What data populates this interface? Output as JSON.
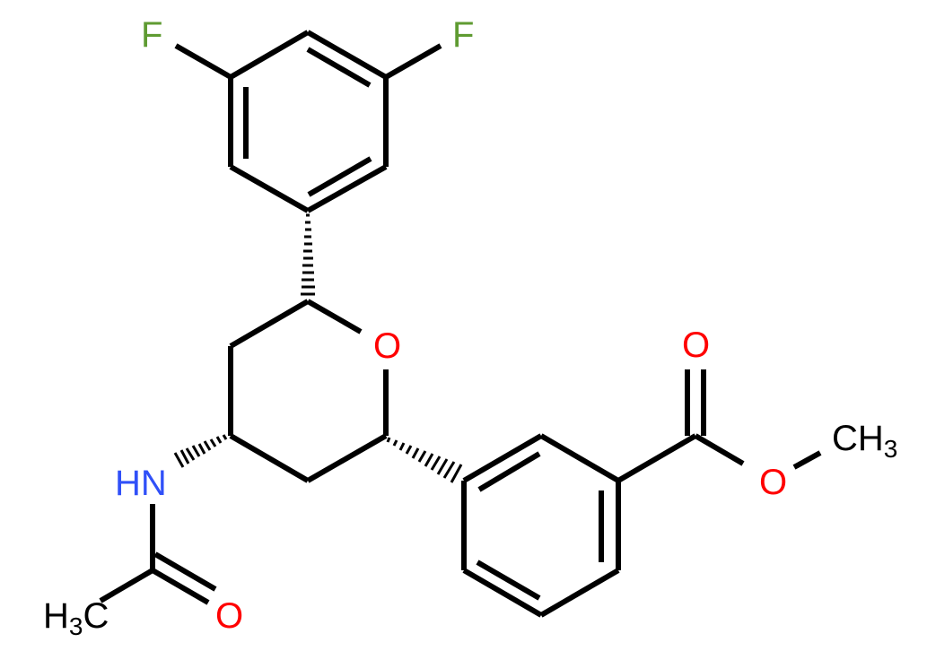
{
  "molecule": {
    "description": "methyl 3-[(2R,4S,6S)-4-acetamido-6-(3,5-difluorophenyl)oxan-2-yl]benzoate",
    "atom_colors": {
      "C": "#000000",
      "F": "#5f9b32",
      "O": "#ff0000",
      "N": "#3050f8"
    },
    "labels": {
      "f_left": "F",
      "f_right": "F",
      "o_ring": "O",
      "hn": "HN",
      "o_amide": "O",
      "h3c_amide_h": "H",
      "h3c_amide_3": "3",
      "h3c_amide_c": "C",
      "o_carbonyl": "O",
      "o_ester": "O",
      "ch3_c": "CH",
      "ch3_3": "3"
    }
  }
}
